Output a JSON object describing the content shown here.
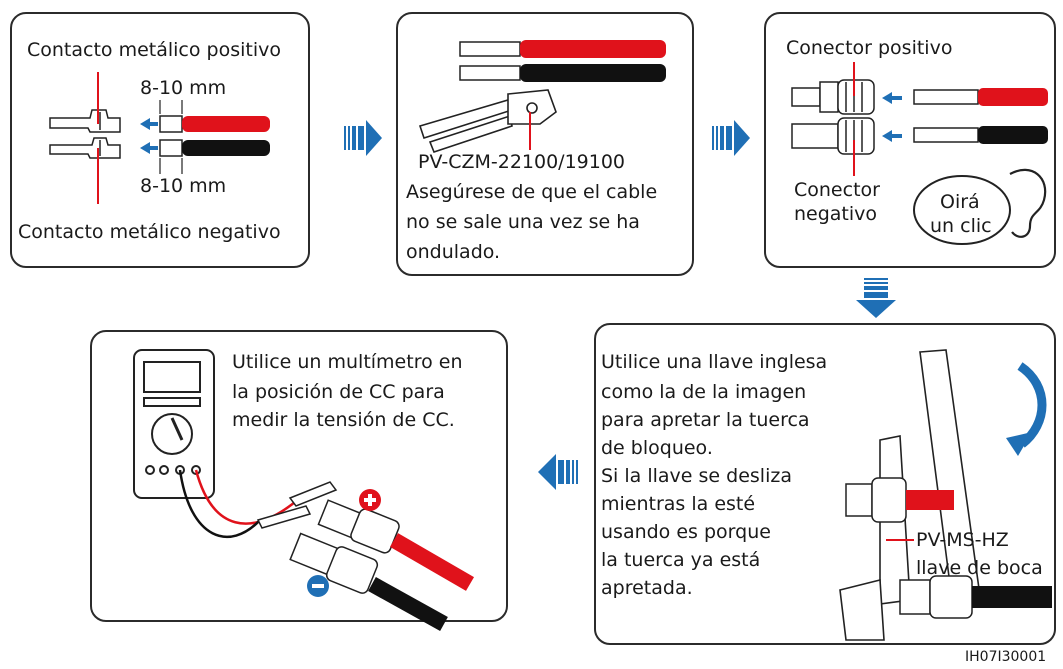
{
  "panel1": {
    "top_label": "Contacto metálico positivo",
    "dim_top": "8-10 mm",
    "dim_bottom": "8-10 mm",
    "bottom_label": "Contacto metálico negativo"
  },
  "panel2": {
    "tool": "PV-CZM-22100/19100",
    "note_lines": [
      "Asegúrese de que el cable",
      "no se sale una vez se ha",
      "ondulado."
    ]
  },
  "panel3": {
    "positive": "Conector positivo",
    "negative_lines": [
      "Conector",
      "negativo"
    ],
    "click_lines": [
      "Oirá",
      "un clic"
    ]
  },
  "panel4": {
    "text_lines": [
      "Utilice una llave inglesa",
      "como la de la imagen",
      "para apretar la tuerca",
      "de bloqueo.",
      "Si la llave se desliza",
      "mientras la esté",
      "usando es porque",
      "la tuerca ya está",
      "apretada."
    ],
    "wrench_lines": [
      "PV-MS-HZ",
      "llave de boca"
    ]
  },
  "panel5": {
    "text_lines": [
      "Utilice un multímetro en",
      "la posición de CC para",
      "medir la tensión de CC."
    ]
  },
  "code": "IH07I30001",
  "colors": {
    "red": "#e0121b",
    "black": "#111111",
    "arrow": "#1f6fb5",
    "border": "#2b2b2b"
  }
}
